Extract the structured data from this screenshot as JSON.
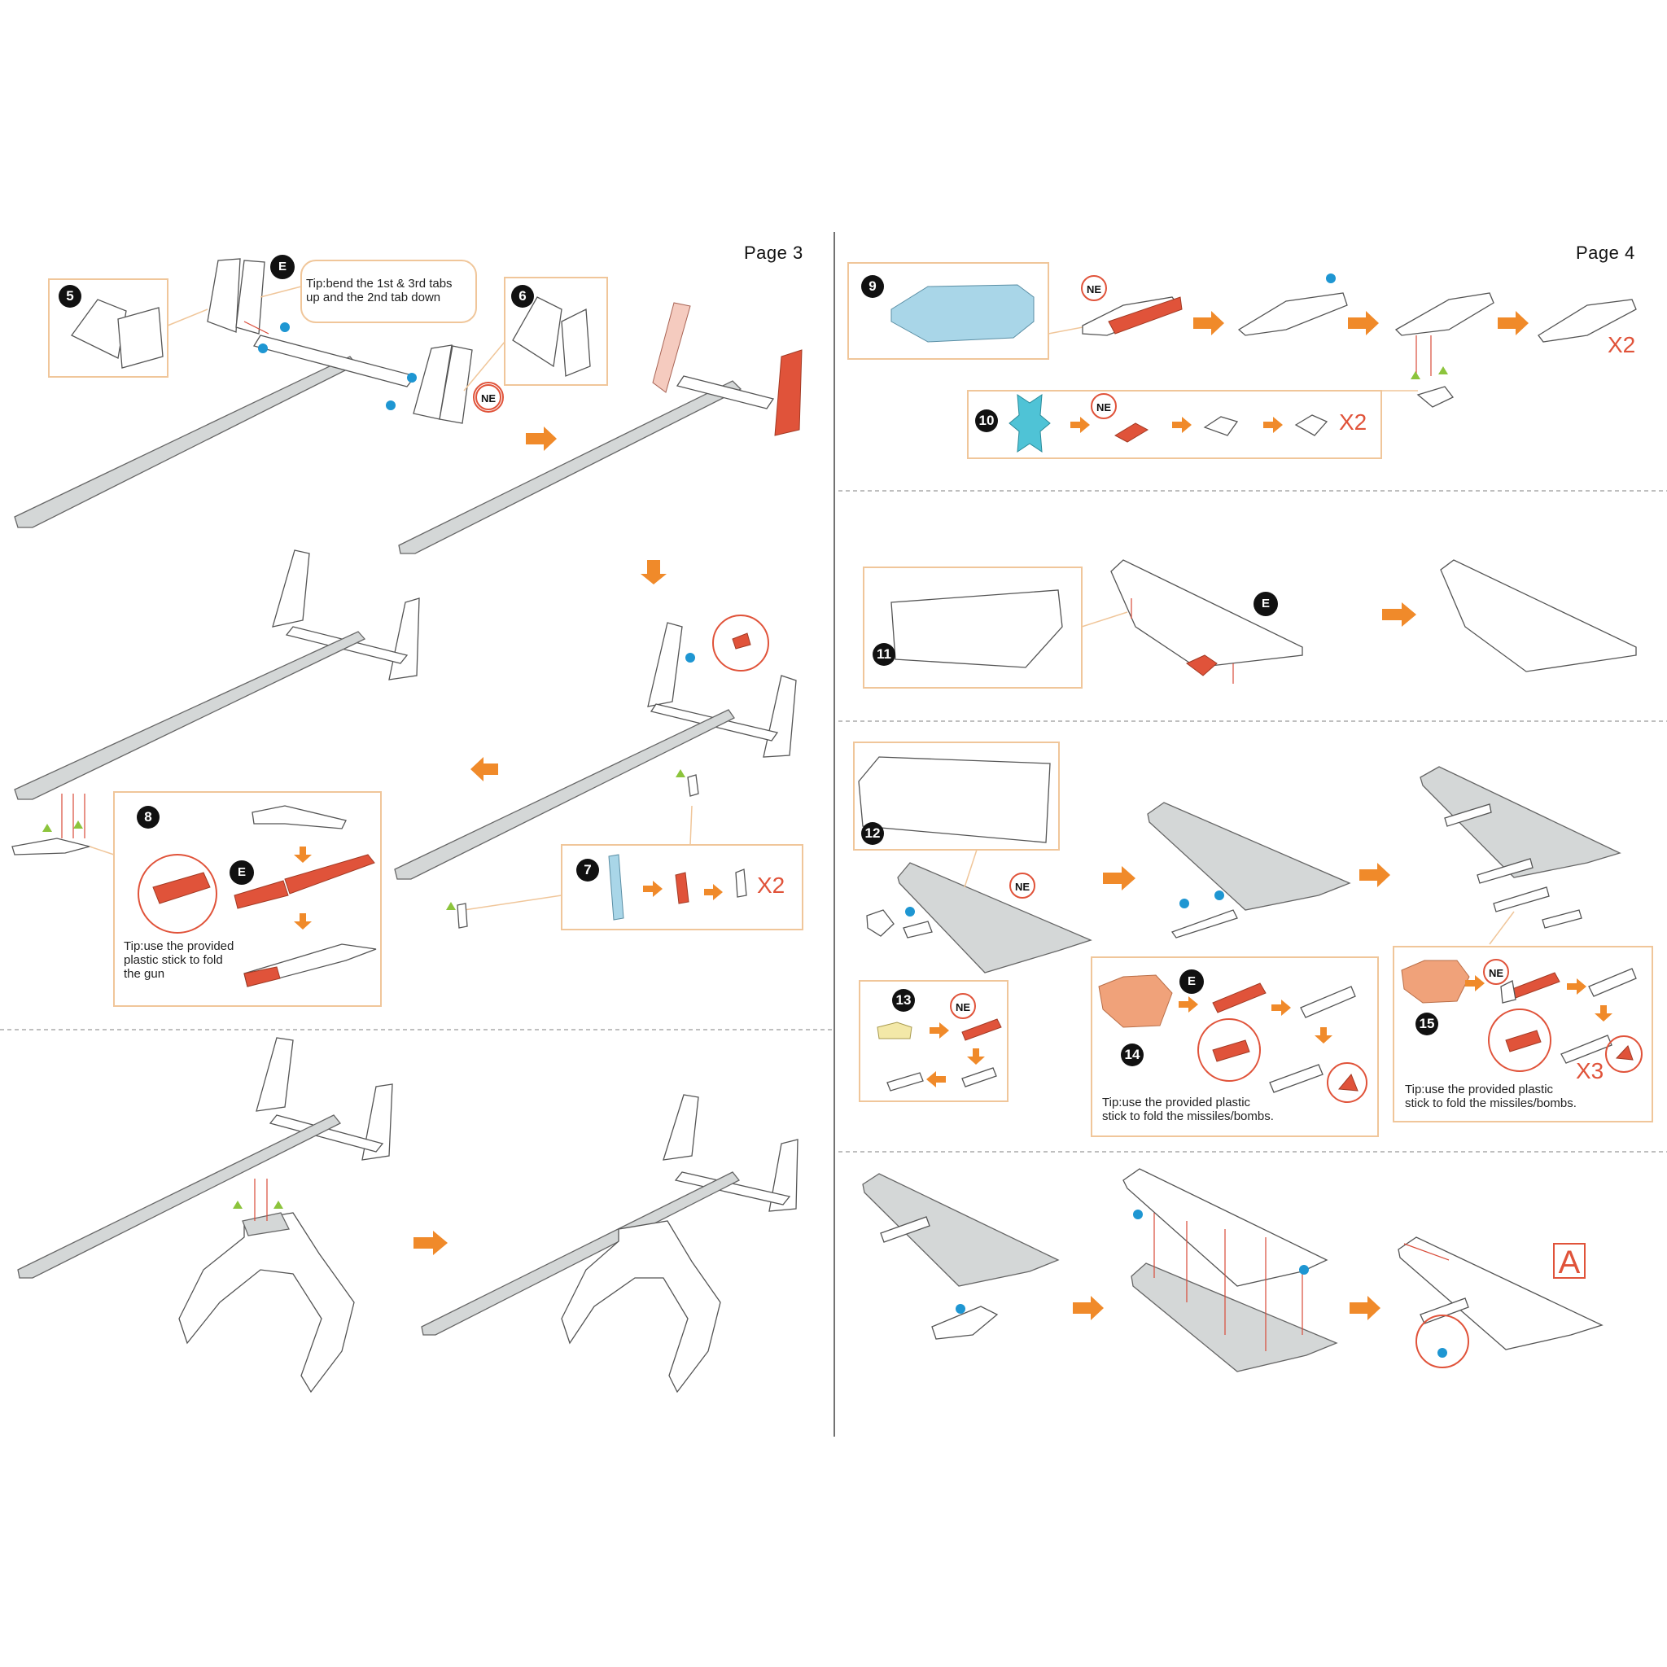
{
  "page_left": {
    "label": "Page 3"
  },
  "page_right": {
    "label": "Page 4"
  },
  "steps": [
    "5",
    "6",
    "7",
    "8",
    "9",
    "10",
    "11",
    "12",
    "13",
    "14",
    "15"
  ],
  "markers": {
    "e": "E",
    "ne": "NE"
  },
  "multipliers": {
    "x2": "X2",
    "x3": "X3"
  },
  "tips": {
    "bend_tabs": "Tip:bend the 1st  &  3rd tabs\nup and the 2nd tab down",
    "fold_gun": "Tip:use the provided\nplastic stick to fold\nthe gun",
    "fold_missiles": "Tip:use the provided plastic\nstick to fold the missiles/bombs.",
    "fold_missiles_15": "Tip:use the provided plastic\nstick to fold the missiles/bombs."
  },
  "final_mark": "A",
  "colors": {
    "accent_red": "#e0533a",
    "arrow_orange": "#f08a2a",
    "frame": "#f0c69a",
    "dot_blue": "#1e96d2",
    "triangle_green": "#8cc43c"
  }
}
